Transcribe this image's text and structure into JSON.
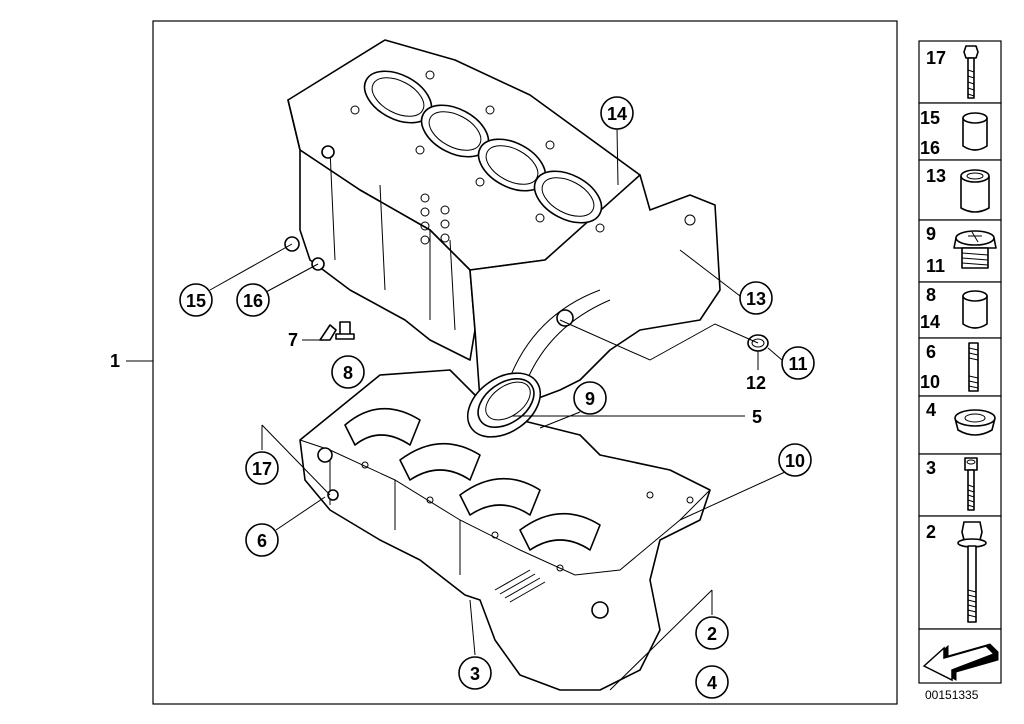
{
  "document_code": "00151335",
  "main_labels": {
    "l1": "1",
    "l2": "2",
    "l3": "3",
    "l4": "4",
    "l5": "5",
    "l6": "6",
    "l7": "7",
    "l8": "8",
    "l9": "9",
    "l10": "10",
    "l11": "11",
    "l12": "12",
    "l13": "13",
    "l14": "14",
    "l15": "15",
    "l16": "16",
    "l17": "17"
  },
  "side_panel": [
    {
      "labels": [
        "17"
      ],
      "icon": "hex-bolt-icon"
    },
    {
      "labels": [
        "15",
        "16"
      ],
      "icon": "sleeve-icon"
    },
    {
      "labels": [
        "13"
      ],
      "icon": "dowel-sleeve-icon"
    },
    {
      "labels": [
        "9",
        "11"
      ],
      "icon": "screw-plug-icon"
    },
    {
      "labels": [
        "8",
        "14"
      ],
      "icon": "cap-plug-icon"
    },
    {
      "labels": [
        "6",
        "10"
      ],
      "icon": "stud-bolt-icon"
    },
    {
      "labels": [
        "4"
      ],
      "icon": "ring-washer-icon"
    },
    {
      "labels": [
        "3"
      ],
      "icon": "socket-screw-icon"
    },
    {
      "labels": [
        "2"
      ],
      "icon": "flange-bolt-icon"
    },
    {
      "labels": [],
      "icon": "direction-arrow-icon"
    }
  ]
}
